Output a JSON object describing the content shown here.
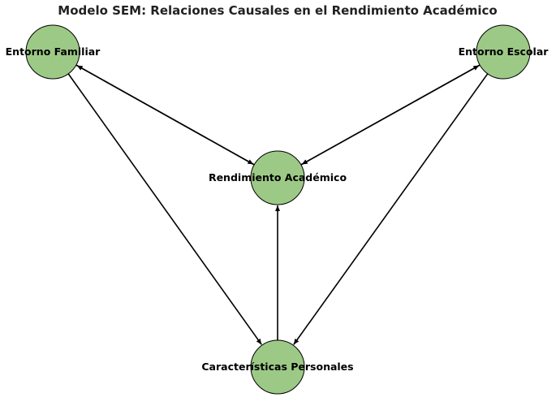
{
  "title": "Modelo SEM: Relaciones Causales en el Rendimiento Académico",
  "colors": {
    "node_fill": "#9dc986",
    "node_stroke": "#000000",
    "edge": "#000000",
    "title": "#222222"
  },
  "nodes": [
    {
      "id": "familiar",
      "label": "Entorno Familiar"
    },
    {
      "id": "escolar",
      "label": "Entorno Escolar"
    },
    {
      "id": "rendimiento",
      "label": "Rendimiento Académico"
    },
    {
      "id": "personales",
      "label": "Características Personales"
    }
  ],
  "edges": [
    {
      "from": "familiar",
      "to": "rendimiento"
    },
    {
      "from": "familiar",
      "to": "personales"
    },
    {
      "from": "escolar",
      "to": "rendimiento"
    },
    {
      "from": "escolar",
      "to": "personales"
    },
    {
      "from": "personales",
      "to": "rendimiento"
    },
    {
      "from": "rendimiento",
      "to": "familiar"
    },
    {
      "from": "rendimiento",
      "to": "escolar"
    }
  ]
}
